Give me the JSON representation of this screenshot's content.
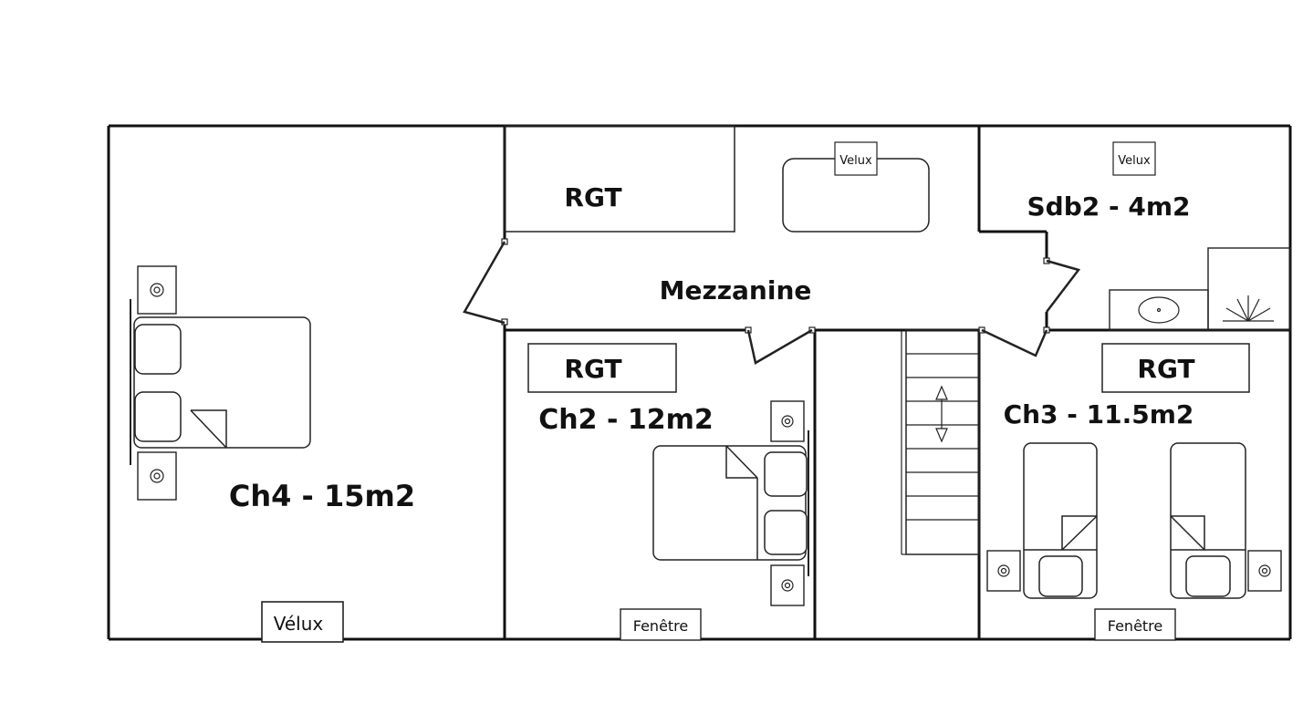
{
  "labels": {
    "ch4": "Ch4 - 15m2",
    "ch2": "Ch2 - 12m2",
    "ch3": "Ch3 - 11.5m2",
    "sdb2": "Sdb2 - 4m2",
    "mezzanine": "Mezzanine",
    "rgt_top": "RGT",
    "rgt_ch2": "RGT",
    "rgt_ch3": "RGT",
    "velux_mezz": "Velux",
    "velux_sdb": "Velux",
    "velux_ch4": "Vélux",
    "fenetre_ch2": "Fenêtre",
    "fenetre_ch3": "Fenêtre"
  }
}
